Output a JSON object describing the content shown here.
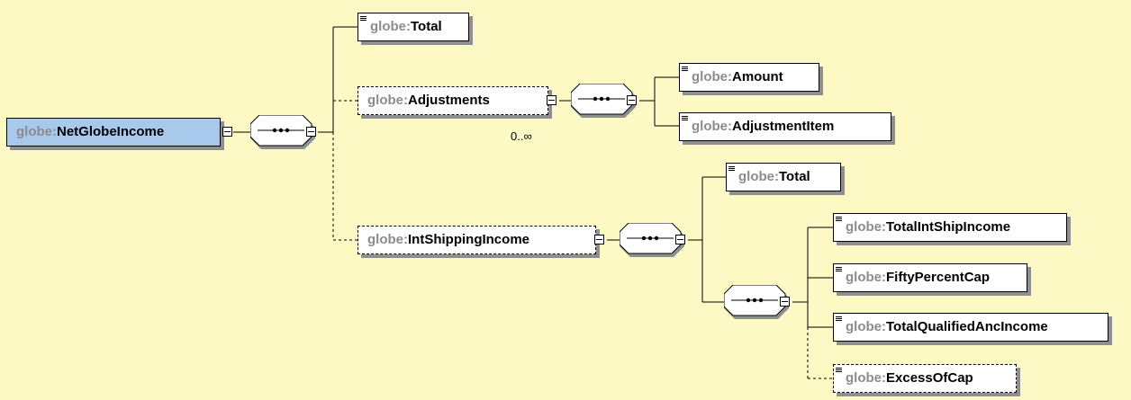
{
  "prefix": "globe:",
  "root": {
    "name": "NetGlobeIncome"
  },
  "children": {
    "total": "Total",
    "adjustments": "Adjustments",
    "adjustments_occurrence": "0..∞",
    "int_shipping_income": "IntShippingIncome"
  },
  "adjustments_children": {
    "amount": "Amount",
    "adjustment_item": "AdjustmentItem"
  },
  "int_shipping_children": {
    "total": "Total"
  },
  "nested_sequence_children": {
    "total_int_ship_income": "TotalIntShipIncome",
    "fifty_percent_cap": "FiftyPercentCap",
    "total_qualified_anc_income": "TotalQualifiedAncIncome",
    "excess_of_cap": "ExcessOfCap"
  },
  "colors": {
    "background": "#fdf9c4",
    "root_fill": "#a8c8ec",
    "prefix_text": "#8c8c8c",
    "shadow": "#8f8f8f"
  }
}
